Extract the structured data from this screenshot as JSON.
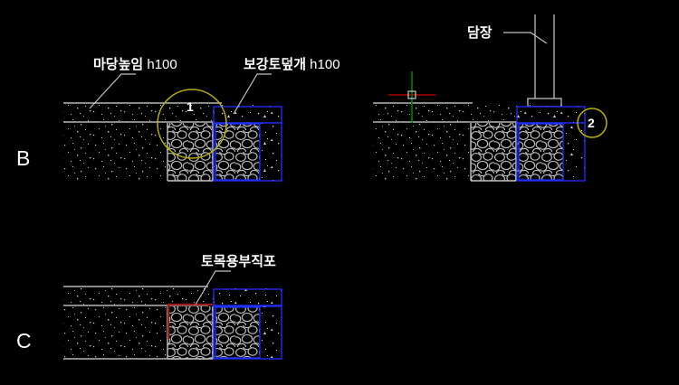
{
  "drawing": {
    "background_color": "#000000",
    "title_note": "",
    "line_color": "#b5b5b5",
    "highlight_color": "#2030ff",
    "bubble_color": "#bdb100",
    "fabric_color": "#a11b1b",
    "cursor_colors": {
      "horizontal": "#b00000",
      "vertical": "#008000",
      "pickbox": "#c8c8c8"
    }
  },
  "sections": [
    {
      "id": "section-b",
      "label": "B"
    },
    {
      "id": "section-c",
      "label": "C"
    }
  ],
  "annotations": [
    {
      "id": "note-yard-raise",
      "text": "마당높임",
      "unit": " h100"
    },
    {
      "id": "note-reinforced-cover",
      "text": "보강토덮개",
      "unit": " h100"
    },
    {
      "id": "note-boundary-wall",
      "text": "담장",
      "unit": ""
    },
    {
      "id": "note-geotextile",
      "text": "토목용부직포",
      "unit": ""
    }
  ],
  "detail_bubbles": [
    {
      "id": "bubble-1",
      "label": "1"
    },
    {
      "id": "bubble-2",
      "label": "2"
    }
  ]
}
